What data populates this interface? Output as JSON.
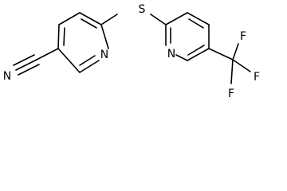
{
  "molecule": {
    "atoms": {
      "nitrile_n": "N",
      "sulfur": "S",
      "ring1_n": "N",
      "ring2_n": "N",
      "fluorine_top": "F",
      "fluorine_right": "F",
      "fluorine_bottom": "F"
    },
    "colors": {
      "bond": "#000000",
      "label": "#000000",
      "background": "#ffffff"
    }
  }
}
